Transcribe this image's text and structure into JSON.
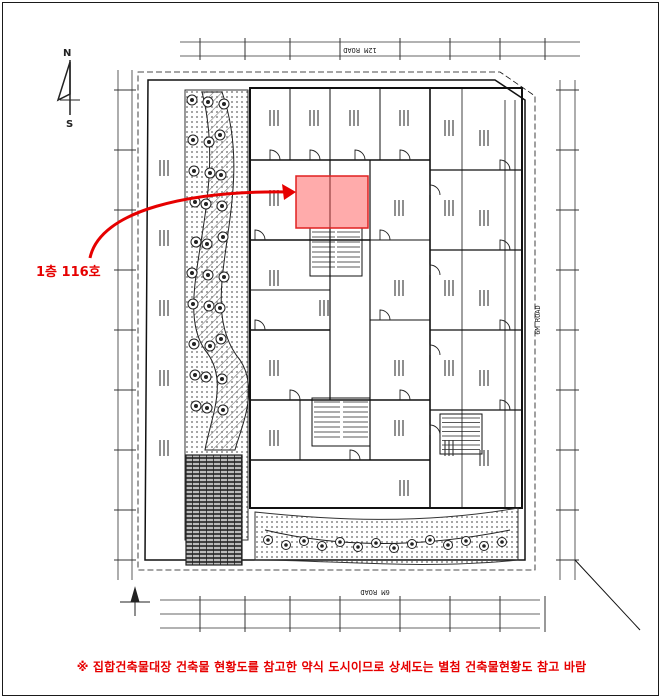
{
  "compass": {
    "north": "N",
    "south": "S"
  },
  "callout": {
    "label": "1층 116호",
    "color": "#e60000"
  },
  "highlight": {
    "color": "#ff6666"
  },
  "roads": {
    "north": "12M ROAD",
    "east": "6M ROAD",
    "south": "6M ROAD"
  },
  "note": "※ 집합건축물대장 건축물 현황도를 참고한 약식 도시이므로 상세도는 별첨 건축물현황도 참고 바람"
}
